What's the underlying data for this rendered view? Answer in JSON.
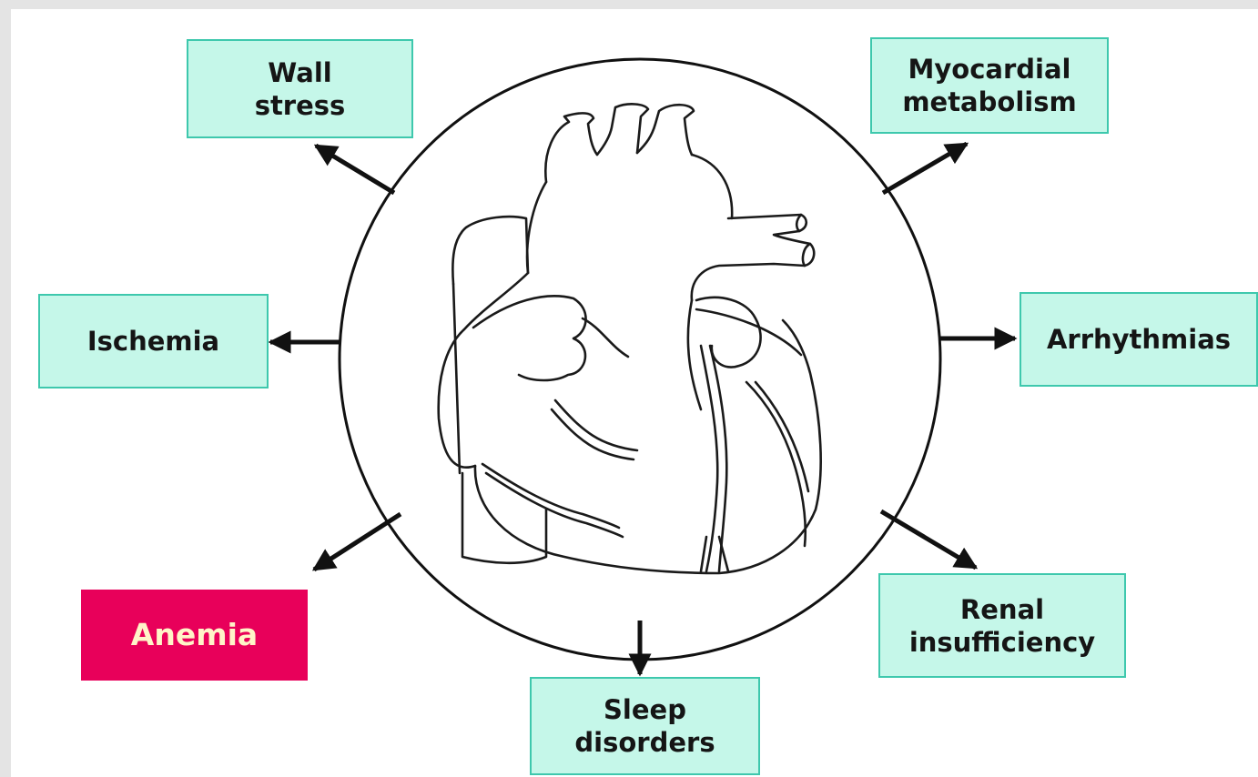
{
  "diagram": {
    "center": {
      "icon": "heart-icon"
    },
    "nodes": {
      "wall_stress": "Wall\nstress",
      "myocardial_metabolism": "Myocardial\nmetabolism",
      "ischemia": "Ischemia",
      "arrhythmias": "Arrhythmias",
      "anemia": "Anemia",
      "sleep_disorders": "Sleep\ndisorders",
      "renal_insufficiency": "Renal\ninsufficiency"
    },
    "colors": {
      "box_fill": "#c5f7e9",
      "box_border": "#3ec8ad",
      "highlight_fill": "#e8005a",
      "highlight_text": "#fff4c8",
      "line": "#111111"
    }
  }
}
